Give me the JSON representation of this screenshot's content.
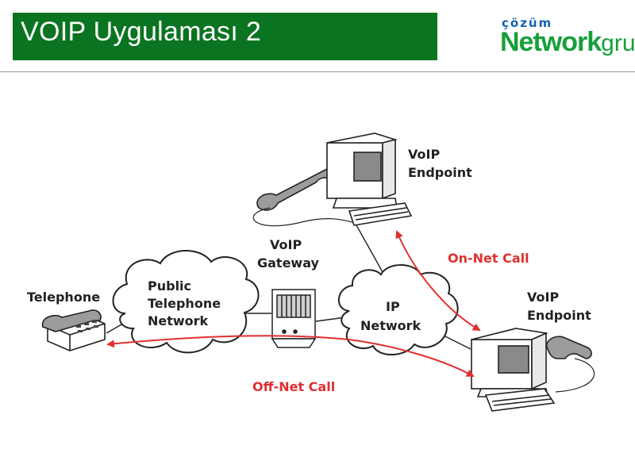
{
  "header": {
    "title": "VOIP Uygulaması 2",
    "title_bg": "#0a7420"
  },
  "logo": {
    "top": "çözüm",
    "brand_bold": "Network",
    "brand_light": "grup"
  },
  "diagram": {
    "telephone": "Telephone",
    "pstn": [
      "Public",
      "Telephone",
      "Network"
    ],
    "gateway": [
      "VoIP",
      "Gateway"
    ],
    "ip_network": [
      "IP",
      "Network"
    ],
    "endpoint_top": [
      "VoIP",
      "Endpoint"
    ],
    "endpoint_right": [
      "VoIP",
      "Endpoint"
    ],
    "on_net": "On-Net Call",
    "off_net": "Off-Net Call",
    "call_color": "#e03030"
  }
}
